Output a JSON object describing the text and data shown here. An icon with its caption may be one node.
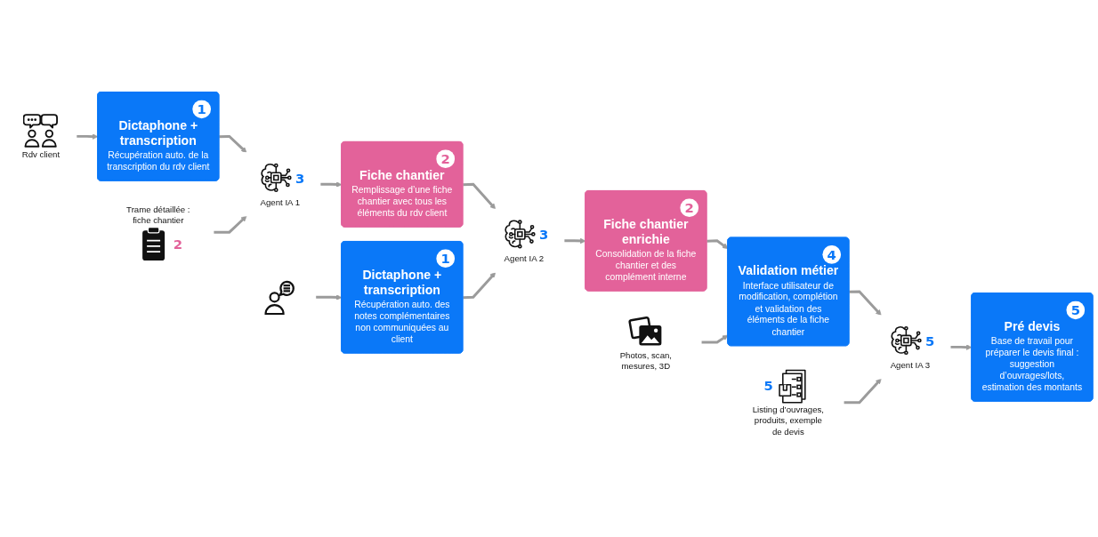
{
  "diagram": {
    "nodes": [
      {
        "text": [
          "Rdv client"
        ]
      },
      {
        "text": [
          "1",
          "Dictaphone + transcription",
          "Récupération auto. de la transcription du rdv client"
        ]
      },
      {
        "text": [
          "Trame détaillée : fiche chantier",
          "2"
        ]
      },
      {
        "text": [
          "3",
          "Agent IA 1"
        ]
      },
      {
        "text": [
          "2",
          "Fiche chantier",
          "Remplissage d’une fiche chantier avec tous les éléments du rdv client"
        ]
      },
      {
        "text": [],
        "shape": "person"
      },
      {
        "text": [
          "1",
          "Dictaphone + transcription",
          "Récupération auto. des notes complémentaires non communiquées au client"
        ]
      },
      {
        "text": [
          "3",
          "Agent IA 2"
        ]
      },
      {
        "text": [
          "2",
          "Fiche chantier enrichie",
          "Consolidation de la fiche chantier et des complément interne"
        ]
      },
      {
        "text": [
          "4",
          "Validation métier",
          "Interface utilisateur de modification, complétion et validation des éléments de la fiche chantier"
        ]
      },
      {
        "text": [
          "Photos, scan, mesures, 3D"
        ]
      },
      {
        "text": [
          "5",
          "Agent IA 3"
        ]
      },
      {
        "text": [
          "5",
          "Pré devis",
          "Base de travail pour préparer le devis final : suggestion d’ouvrages/lots, estimation des montants"
        ]
      },
      {
        "text": [
          "5",
          "Listing d’ouvrages, produits, exemple de devis"
        ]
      }
    ],
    "edges": [
      {
        "from": 0,
        "to": 1,
        "arrow": "to"
      },
      {
        "from": 1,
        "to": 3,
        "arrow": "to"
      },
      {
        "from": 2,
        "to": 3,
        "arrow": "to"
      },
      {
        "from": 3,
        "to": 4,
        "arrow": "to"
      },
      {
        "from": 4,
        "to": 7,
        "arrow": "to"
      },
      {
        "from": 5,
        "to": 6,
        "arrow": "to"
      },
      {
        "from": 6,
        "to": 7,
        "arrow": "to"
      },
      {
        "from": 7,
        "to": 8,
        "arrow": "to"
      },
      {
        "from": 8,
        "to": 9,
        "arrow": "to"
      },
      {
        "from": 10,
        "to": 9,
        "arrow": "to"
      },
      {
        "from": 9,
        "to": 11,
        "arrow": "to"
      },
      {
        "from": 13,
        "to": 11,
        "arrow": "to"
      },
      {
        "from": 11,
        "to": 12,
        "arrow": "to"
      }
    ]
  }
}
